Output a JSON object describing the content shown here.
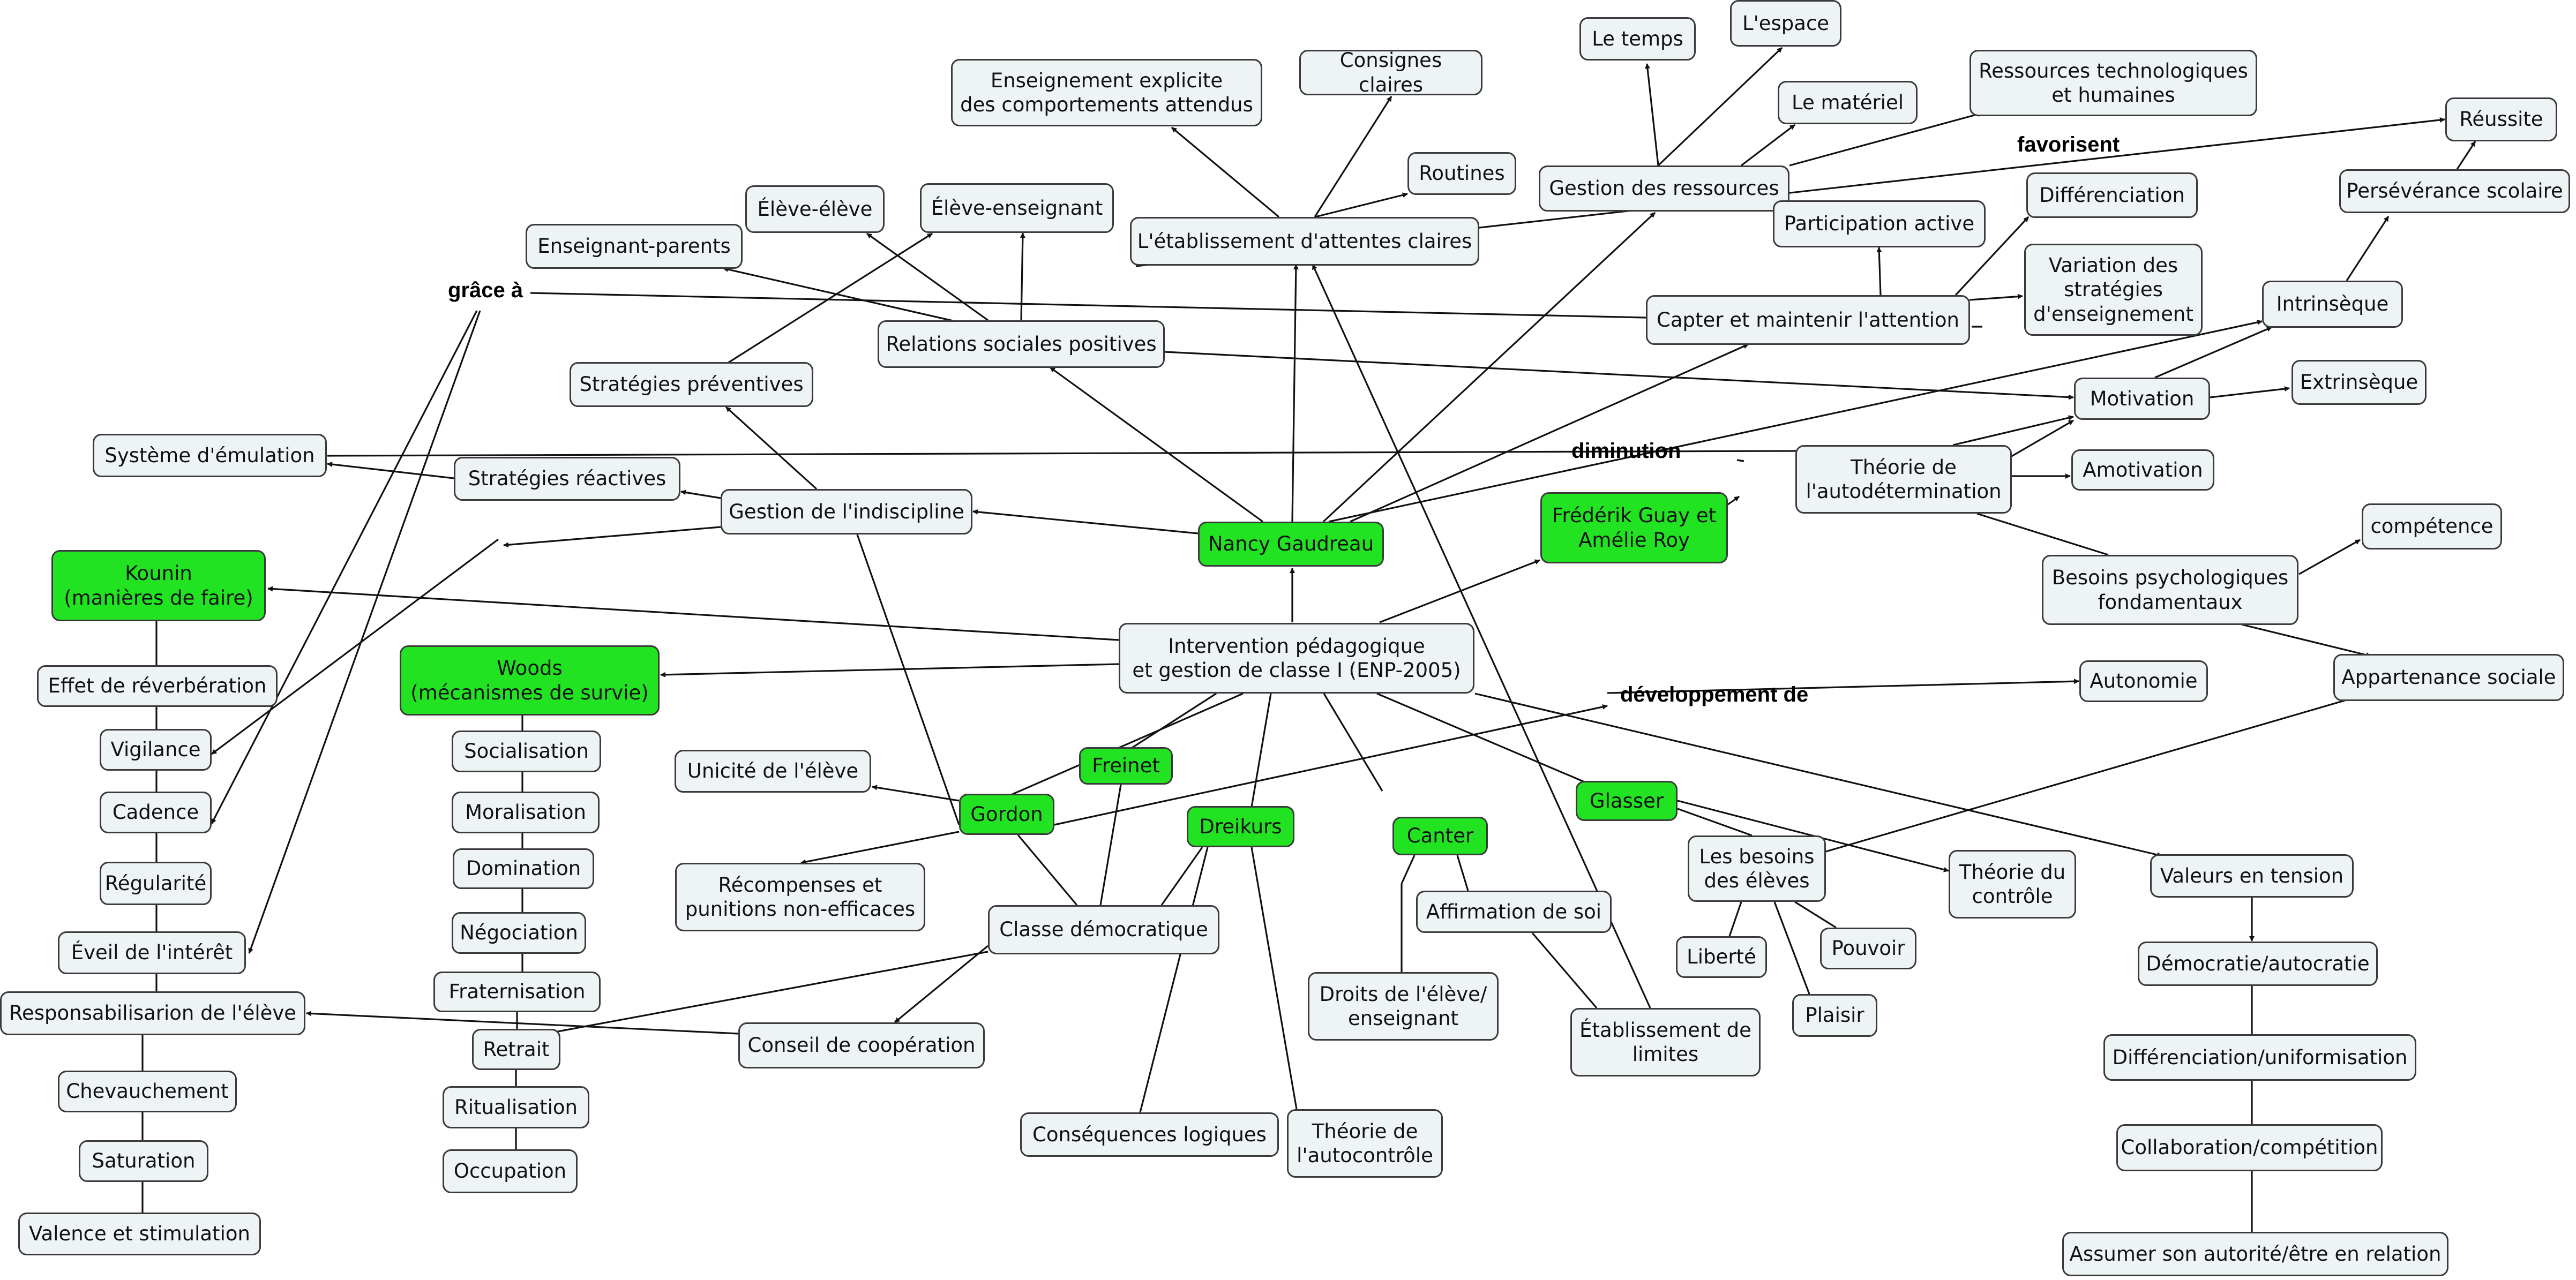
{
  "nodes": {
    "center": "Intervention pédagogique\net gestion de classe I (ENP-2005)",
    "nancy": "Nancy Gaudreau",
    "guay": "Frédérik Guay et\nAmélie Roy",
    "kounin": "Kounin\n(manières de faire)",
    "woods": "Woods\n(mécanismes de survie)",
    "freinet": "Freinet",
    "gordon": "Gordon",
    "dreikurs": "Dreikurs",
    "canter": "Canter",
    "glasser": "Glasser",
    "gestion_indiscipline": "Gestion de l'indiscipline",
    "strategies_preventives": "Stratégies préventives",
    "strategies_reactives": "Stratégies réactives",
    "systeme_emulation": "Système d'émulation",
    "relations_sociales": "Relations sociales positives",
    "enseignant_parents": "Enseignant-parents",
    "eleve_eleve": "Élève-élève",
    "eleve_enseignant": "Élève-enseignant",
    "enseignement_explicite": "Enseignement explicite\ndes comportements attendus",
    "consignes": "Consignes claires",
    "routines": "Routines",
    "attentes_claires": "L'établissement d'attentes claires",
    "gestion_ressources": "Gestion des ressources",
    "le_temps": "Le temps",
    "l_espace": "L'espace",
    "le_materiel": "Le matériel",
    "ressources_techno": "Ressources technologiques\net humaines",
    "reussite": "Réussite",
    "perseverance": "Persévérance scolaire",
    "participation": "Participation active",
    "differenciation": "Différenciation",
    "variation": "Variation des\nstratégies\nd'enseignement",
    "capter": "Capter et maintenir l'attention",
    "intrinseque": "Intrinsèque",
    "extrinseque": "Extrinsèque",
    "motivation": "Motivation",
    "amotivation": "Amotivation",
    "theorie_autodetermination": "Théorie de\nl'autodétermination",
    "besoins_psy": "Besoins psychologiques\nfondamentaux",
    "competence": "compétence",
    "autonomie": "Autonomie",
    "appartenance": "Appartenance sociale",
    "effet_reverberation": "Effet de réverbération",
    "vigilance": "Vigilance",
    "cadence": "Cadence",
    "regularite": "Régularité",
    "eveil": "Éveil de l'intérêt",
    "responsabilisation": "Responsabilisarion de l'élève",
    "chevauchement": "Chevauchement",
    "saturation": "Saturation",
    "valence": "Valence et stimulation",
    "socialisation": "Socialisation",
    "moralisation": "Moralisation",
    "domination": "Domination",
    "negociation": "Négociation",
    "fraternisation": "Fraternisation",
    "retrait": "Retrait",
    "ritualisation": "Ritualisation",
    "occupation": "Occupation",
    "unicite": "Unicité de l'élève",
    "recompenses": "Récompenses et\npunitions non-efficaces",
    "classe_democratique": "Classe démocratique",
    "conseil_cooperation": "Conseil de coopération",
    "consequences_logiques": "Conséquences logiques",
    "theorie_autocontrole": "Théorie de\nl'autocontrôle",
    "droits": "Droits de l'élève/\nenseignant",
    "affirmation": "Affirmation de soi",
    "etablissement_limites": "Établissement de\nlimites",
    "besoins_eleves": "Les besoins\ndes élèves",
    "liberte": "Liberté",
    "pouvoir": "Pouvoir",
    "plaisir": "Plaisir",
    "theorie_controle": "Théorie du\ncontrôle",
    "valeurs_tension": "Valeurs en tension",
    "democratie": "Démocratie/autocratie",
    "differenciation_uniformisation": "Différenciation/uniformisation",
    "collaboration": "Collaboration/compétition",
    "assumer": "Assumer son autorité/être en relation"
  },
  "link_labels": {
    "grace": "grâce à",
    "favorisent": "favorisent",
    "diminution": "diminution",
    "developpement": "développement de"
  },
  "colors": {
    "node_fill": "#eef3f6",
    "highlight_fill": "#21e321",
    "border": "#3a3a3a",
    "line": "#111111"
  }
}
